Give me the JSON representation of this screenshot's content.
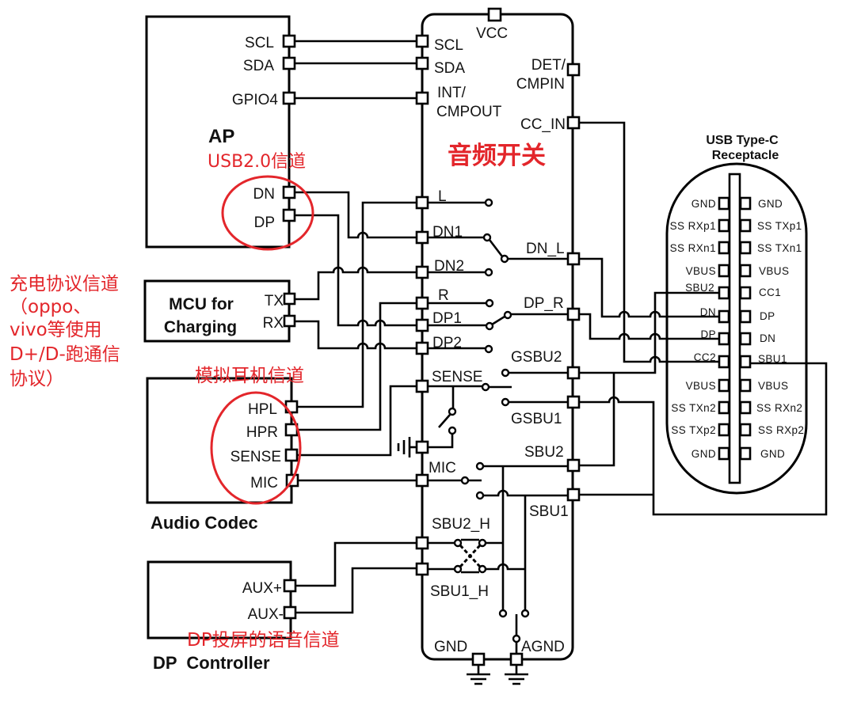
{
  "diagram": {
    "switch": {
      "title": "音频开关",
      "top_pin": "VCC",
      "left_pins": {
        "scl": "SCL",
        "sda": "SDA",
        "int_line1": "INT/",
        "int_line2": "CMPOUT",
        "l": "L",
        "dn1": "DN1",
        "dn2": "DN2",
        "r": "R",
        "dp1": "DP1",
        "dp2": "DP2",
        "sense": "SENSE",
        "mic": "MIC",
        "sbu2_h": "SBU2_H",
        "sbu1_h": "SBU1_H"
      },
      "right_pins": {
        "det_line1": "DET/",
        "det_line2": "CMPIN",
        "cc_in": "CC_IN",
        "dn_l": "DN_L",
        "dp_r": "DP_R",
        "gsbu2": "GSBU2",
        "gsbu1": "GSBU1",
        "sbu2": "SBU2",
        "sbu1": "SBU1"
      },
      "bottom_pins": {
        "gnd": "GND",
        "agnd": "AGND"
      }
    },
    "ap": {
      "title": "AP",
      "pins": {
        "scl": "SCL",
        "sda": "SDA",
        "gpio4": "GPIO4",
        "dn": "DN",
        "dp": "DP"
      }
    },
    "mcu": {
      "title_line1": "MCU for",
      "title_line2": "Charging",
      "pins": {
        "tx": "TX",
        "rx": "RX"
      }
    },
    "codec": {
      "title": "Audio Codec",
      "pins": {
        "hpl": "HPL",
        "hpr": "HPR",
        "sense": "SENSE",
        "mic": "MIC"
      }
    },
    "dp_controller": {
      "title": "DP  Controller",
      "pins": {
        "aux_p": "AUX+",
        "aux_n": "AUX-"
      }
    },
    "usb_c": {
      "title_line1": "USB Type-C",
      "title_line2": "Receptacle",
      "left_pins": [
        "GND",
        "SS RXp1",
        "SS RXn1",
        "VBUS",
        "SBU2",
        "DN",
        "DP",
        "CC2",
        "VBUS",
        "SS TXn2",
        "SS TXp2",
        "GND"
      ],
      "right_pins": [
        "GND",
        "SS TXp1",
        "SS TXn1",
        "VBUS",
        "CC1",
        "DP",
        "DN",
        "SBU1",
        "VBUS",
        "SS RXn2",
        "SS RXp2",
        "GND"
      ]
    }
  },
  "annotations": {
    "usb2_channel": "USB2.0信道",
    "analog_headset_channel": "模拟耳机信道",
    "dp_audio_channel": "DP投屏的语音信道",
    "charging_protocol_channel": [
      "充电协议信道",
      "（oppo、",
      "vivo等使用",
      "D+/D-跑通信",
      "协议）"
    ]
  },
  "colors": {
    "wire": "#000000",
    "annotation": "#e3262b",
    "background": "#ffffff"
  }
}
